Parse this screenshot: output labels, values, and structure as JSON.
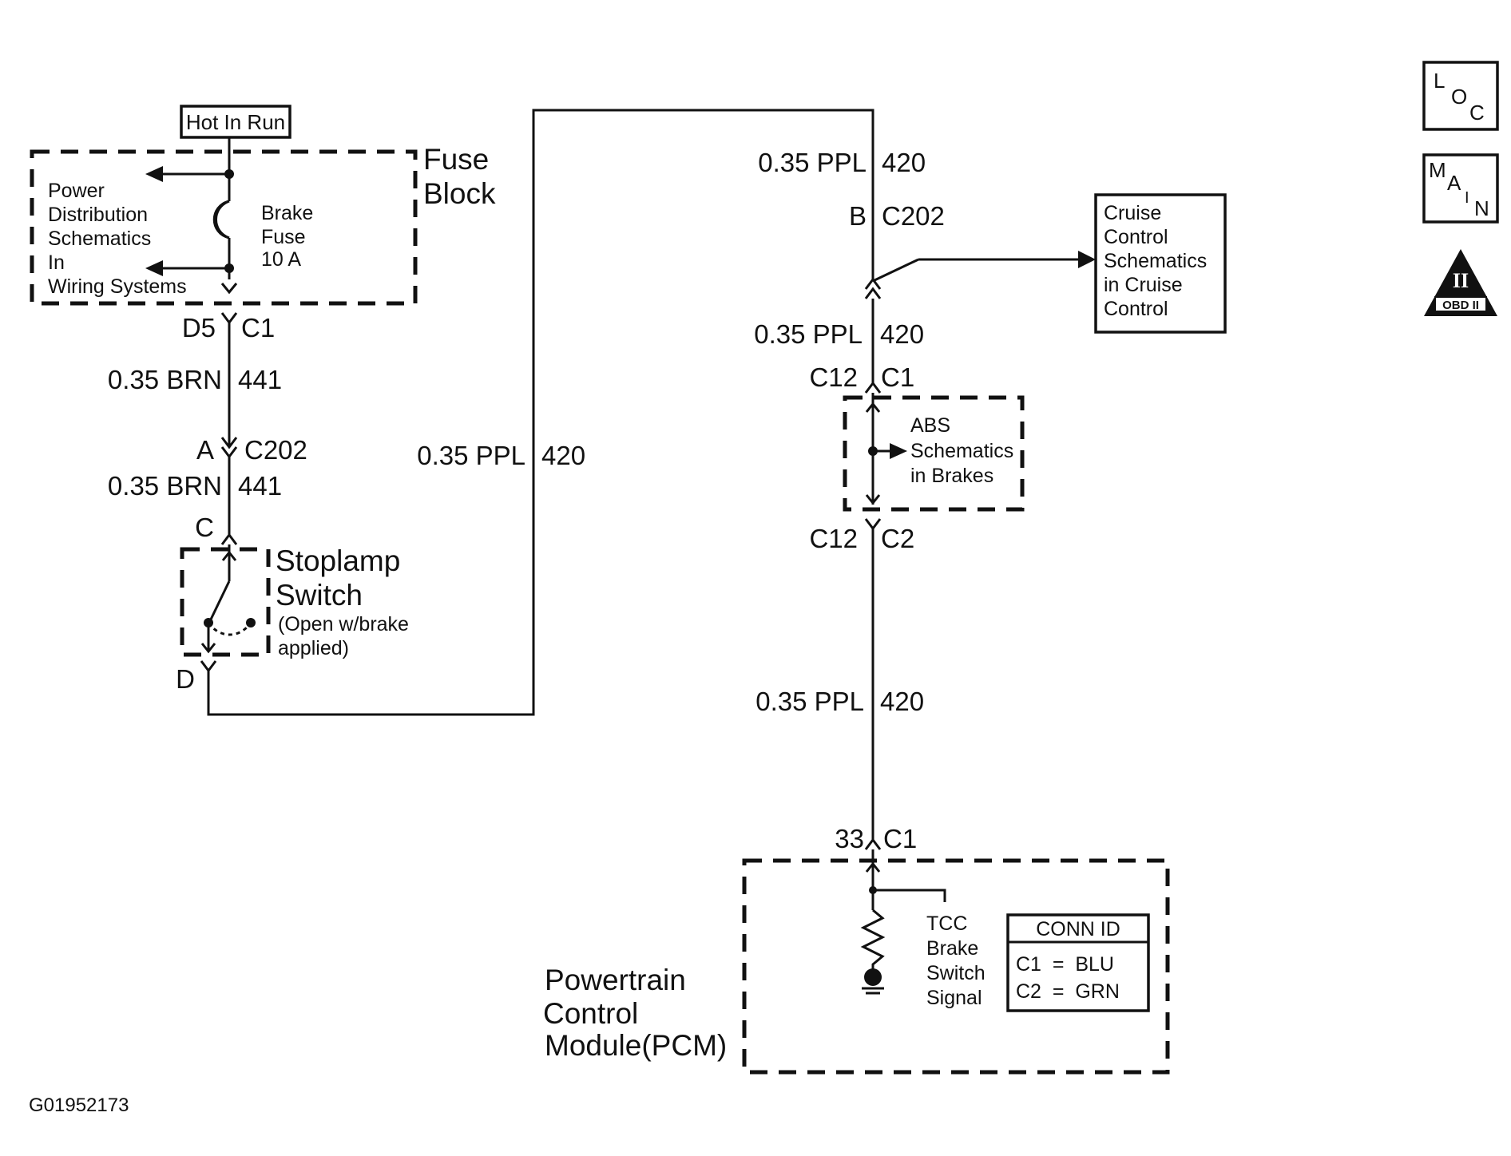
{
  "fuse_block": {
    "feed_label": "Hot In Run",
    "title_line1": "Fuse",
    "title_line2": "Block",
    "power_dist": [
      "Power",
      "Distribution",
      "Schematics",
      "In",
      "Wiring Systems"
    ],
    "fuse": [
      "Brake",
      "Fuse",
      "10 A"
    ]
  },
  "left_circuit": {
    "conn_top_pin": "D5",
    "conn_top_id": "C1",
    "wire1_gauge": "0.35 BRN",
    "wire1_num": "441",
    "c202_pin": "A",
    "c202_id": "C202",
    "wire2_gauge": "0.35 BRN",
    "wire2_num": "441",
    "switch_in_pin": "C",
    "switch_out_pin": "D",
    "switch": [
      "Stoplamp",
      "Switch",
      "(Open w/brake",
      "applied)"
    ]
  },
  "mid_wire": {
    "gauge": "0.35 PPL",
    "num": "420"
  },
  "right_circuit": {
    "wire1_gauge": "0.35 PPL",
    "wire1_num": "420",
    "c202_pin": "B",
    "c202_id": "C202",
    "cruise": [
      "Cruise",
      "Control",
      "Schematics",
      "in Cruise",
      "Control"
    ],
    "wire2_gauge": "0.35 PPL",
    "wire2_num": "420",
    "abs_top_pin": "C12",
    "abs_top_id": "C1",
    "abs": [
      "ABS",
      "Schematics",
      "in Brakes"
    ],
    "abs_bot_pin": "C12",
    "abs_bot_id": "C2",
    "wire3_gauge": "0.35 PPL",
    "wire3_num": "420",
    "pcm_pin": "33",
    "pcm_id": "C1"
  },
  "pcm": {
    "title": [
      "Powertrain",
      "Control",
      "Module(PCM)"
    ],
    "signal": [
      "TCC",
      "Brake",
      "Switch",
      "Signal"
    ],
    "conn_id_title": "CONN ID",
    "conn_c1": "C1  =  BLU",
    "conn_c2": "C2  =  GRN"
  },
  "icons": {
    "loc": [
      "L",
      "O",
      "C"
    ],
    "main": [
      "M",
      "A",
      "I",
      "N"
    ],
    "obd": [
      "II",
      "OBD II"
    ]
  },
  "figure_id": "G01952173"
}
